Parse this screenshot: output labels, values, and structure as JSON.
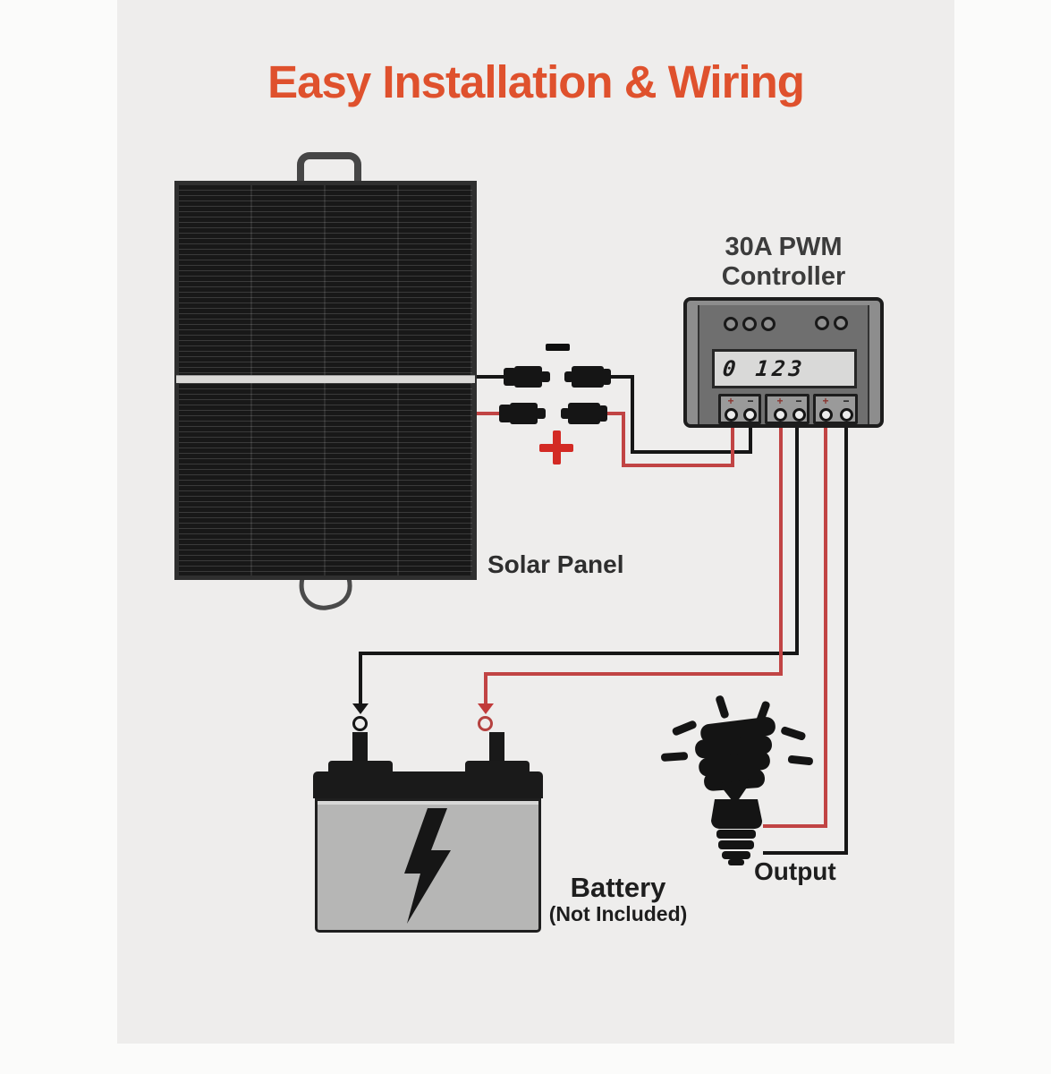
{
  "title": {
    "text": "Easy Installation & Wiring",
    "color": "#df512d"
  },
  "solar_panel": {
    "label": "Solar Panel"
  },
  "wiring": {
    "minus_sign": "-",
    "plus_sign": "+",
    "wire_red_color": "#c14444",
    "wire_black_color": "#161616"
  },
  "controller": {
    "label_line1": "30A PWM",
    "label_line2": "Controller",
    "lcd_text": "0 123",
    "terminals": [
      {
        "mark": "+"
      },
      {
        "mark": "−"
      },
      {
        "mark": "+"
      },
      {
        "mark": "−"
      },
      {
        "mark": "+"
      },
      {
        "mark": "−"
      }
    ]
  },
  "battery": {
    "label": "Battery",
    "note": "(Not Included)"
  },
  "output": {
    "label": "Output"
  },
  "colors": {
    "canvas_bg": "#eeedec",
    "page_bg": "#fbfbfa",
    "accent": "#df512d"
  }
}
